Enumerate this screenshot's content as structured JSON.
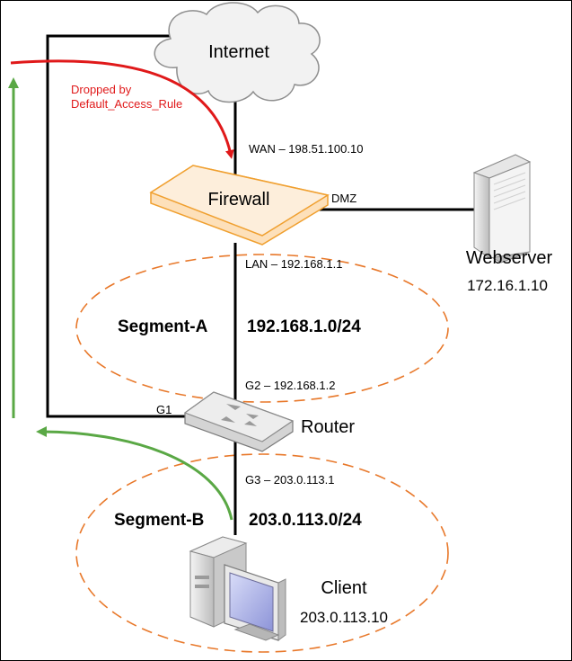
{
  "nodes": {
    "internet": {
      "label": "Internet"
    },
    "firewall": {
      "label": "Firewall"
    },
    "router": {
      "label": "Router"
    },
    "webserver": {
      "label": "Webserver",
      "ip": "172.16.1.10"
    },
    "client": {
      "label": "Client",
      "ip": "203.0.113.10"
    }
  },
  "interfaces": {
    "wan": "WAN – 198.51.100.10",
    "dmz": "DMZ",
    "lan": "LAN – 192.168.1.1",
    "g2": "G2 – 192.168.1.2",
    "g1": "G1",
    "g3": "G3 – 203.0.113.1"
  },
  "segments": {
    "a": {
      "name": "Segment-A",
      "subnet": "192.168.1.0/24"
    },
    "b": {
      "name": "Segment-B",
      "subnet": "203.0.113.0/24"
    }
  },
  "annotations": {
    "dropped_line1": "Dropped by",
    "dropped_line2": "Default_Access_Rule"
  },
  "colors": {
    "segment_ellipse": "#e8782a",
    "dropped_arrow": "#e0191a",
    "allowed_arrow": "#5aa845",
    "firewall_fill": "#fde9cf",
    "firewall_border": "#f0a030",
    "link": "#000000"
  },
  "icons": {
    "internet": "cloud-icon",
    "firewall": "firewall-icon",
    "router": "router-icon",
    "webserver": "server-icon",
    "client": "desktop-computer-icon"
  }
}
